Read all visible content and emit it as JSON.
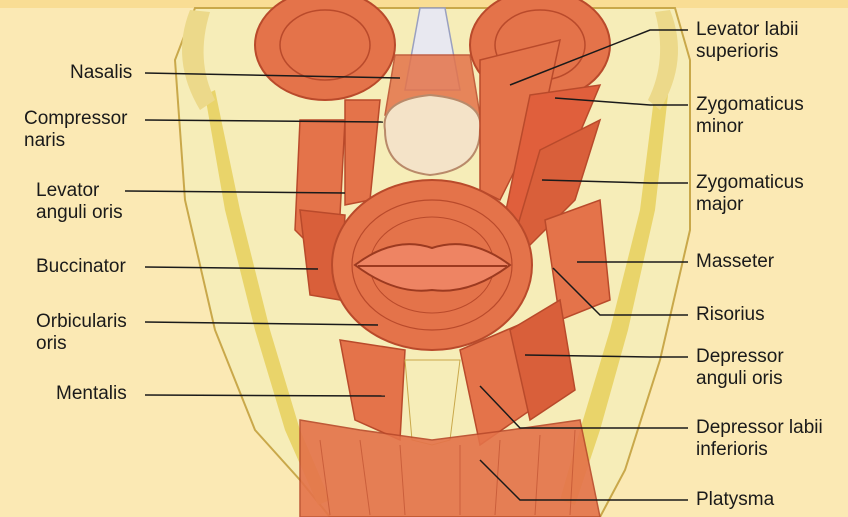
{
  "colors": {
    "background": "#fbe9b4",
    "muscle": "#e4734a",
    "muscle_dark": "#b94a2b",
    "skin": "#f6edb8",
    "fat": "#e9d46a",
    "leader_line": "#1a1a1a"
  },
  "labels_left": [
    {
      "id": "nasalis",
      "lines": [
        "Nasalis"
      ]
    },
    {
      "id": "compressor-naris",
      "lines": [
        "Compressor",
        "naris"
      ]
    },
    {
      "id": "levator-anguli-oris",
      "lines": [
        "Levator",
        "anguli oris"
      ]
    },
    {
      "id": "buccinator",
      "lines": [
        "Buccinator"
      ]
    },
    {
      "id": "orbicularis-oris",
      "lines": [
        "Orbicularis",
        "oris"
      ]
    },
    {
      "id": "mentalis",
      "lines": [
        "Mentalis"
      ]
    }
  ],
  "labels_right": [
    {
      "id": "levator-labii-superioris",
      "lines": [
        "Levator labii",
        "superioris"
      ]
    },
    {
      "id": "zygomaticus-minor",
      "lines": [
        "Zygomaticus",
        "minor"
      ]
    },
    {
      "id": "zygomaticus-major",
      "lines": [
        "Zygomaticus",
        "major"
      ]
    },
    {
      "id": "masseter",
      "lines": [
        "Masseter"
      ]
    },
    {
      "id": "risorius",
      "lines": [
        "Risorius"
      ]
    },
    {
      "id": "depressor-anguli-oris",
      "lines": [
        "Depressor",
        "anguli oris"
      ]
    },
    {
      "id": "depressor-labii-inferioris",
      "lines": [
        "Depressor labii",
        "inferioris"
      ]
    },
    {
      "id": "platysma",
      "lines": [
        "Platysma"
      ]
    }
  ]
}
